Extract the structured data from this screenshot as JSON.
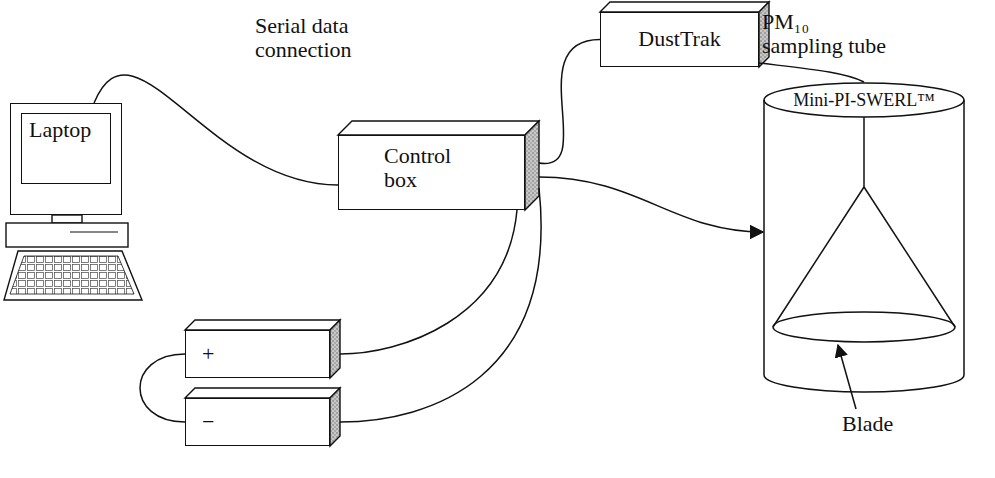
{
  "diagram": {
    "nodes": [
      {
        "text": [
          "Laptop"
        ]
      },
      {
        "text": [
          "Control box"
        ]
      },
      {
        "text": [
          "DustTrak"
        ]
      },
      {
        "text": [
          "Mini-PI-SWERL™"
        ]
      },
      {
        "text": [
          "+"
        ]
      },
      {
        "text": [
          "−"
        ]
      }
    ],
    "edges": [
      {
        "from": 0,
        "to": 1,
        "arrow": "none"
      },
      {
        "from": 1,
        "to": 2,
        "label": "Serial data connection",
        "arrow": "none"
      },
      {
        "from": 2,
        "to": 3,
        "label": "PM₁₀ sampling tube",
        "arrow": "none"
      },
      {
        "from": 1,
        "to": 3,
        "arrow": "to"
      },
      {
        "from": 1,
        "to": 4,
        "arrow": "none"
      },
      {
        "from": 1,
        "to": 5,
        "arrow": "none"
      },
      {
        "from": 4,
        "to": 5,
        "arrow": "none"
      }
    ],
    "labels": [
      "Blade"
    ]
  }
}
